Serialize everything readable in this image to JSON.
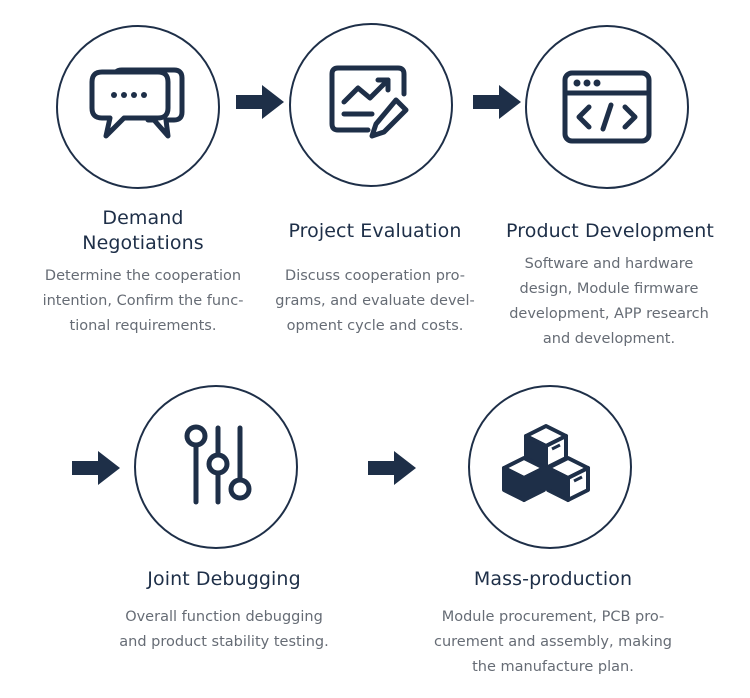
{
  "steps": [
    {
      "title_line1": "Demand",
      "title_line2": "Negotiations",
      "desc": [
        "Determine the cooperation",
        "intention, Confirm the func-",
        "tional requirements."
      ],
      "icon": "chat-bubbles-icon"
    },
    {
      "title": "Project Evaluation",
      "desc": [
        "Discuss cooperation pro-",
        "grams, and evaluate devel-",
        "opment cycle and costs."
      ],
      "icon": "chart-edit-icon"
    },
    {
      "title": "Product Development",
      "desc": [
        "Software and hardware",
        "design, Module firmware",
        "development, APP research",
        "and development."
      ],
      "icon": "code-window-icon"
    },
    {
      "title": "Joint Debugging",
      "desc": [
        "Overall function debugging",
        "and product stability testing."
      ],
      "icon": "sliders-icon"
    },
    {
      "title": "Mass-production",
      "desc": [
        "Module procurement, PCB pro-",
        "curement and assembly, making",
        "the manufacture plan."
      ],
      "icon": "cubes-icon"
    }
  ],
  "colors": {
    "primary": "#1e2f48",
    "text": "#666c75",
    "background": "#ffffff"
  }
}
